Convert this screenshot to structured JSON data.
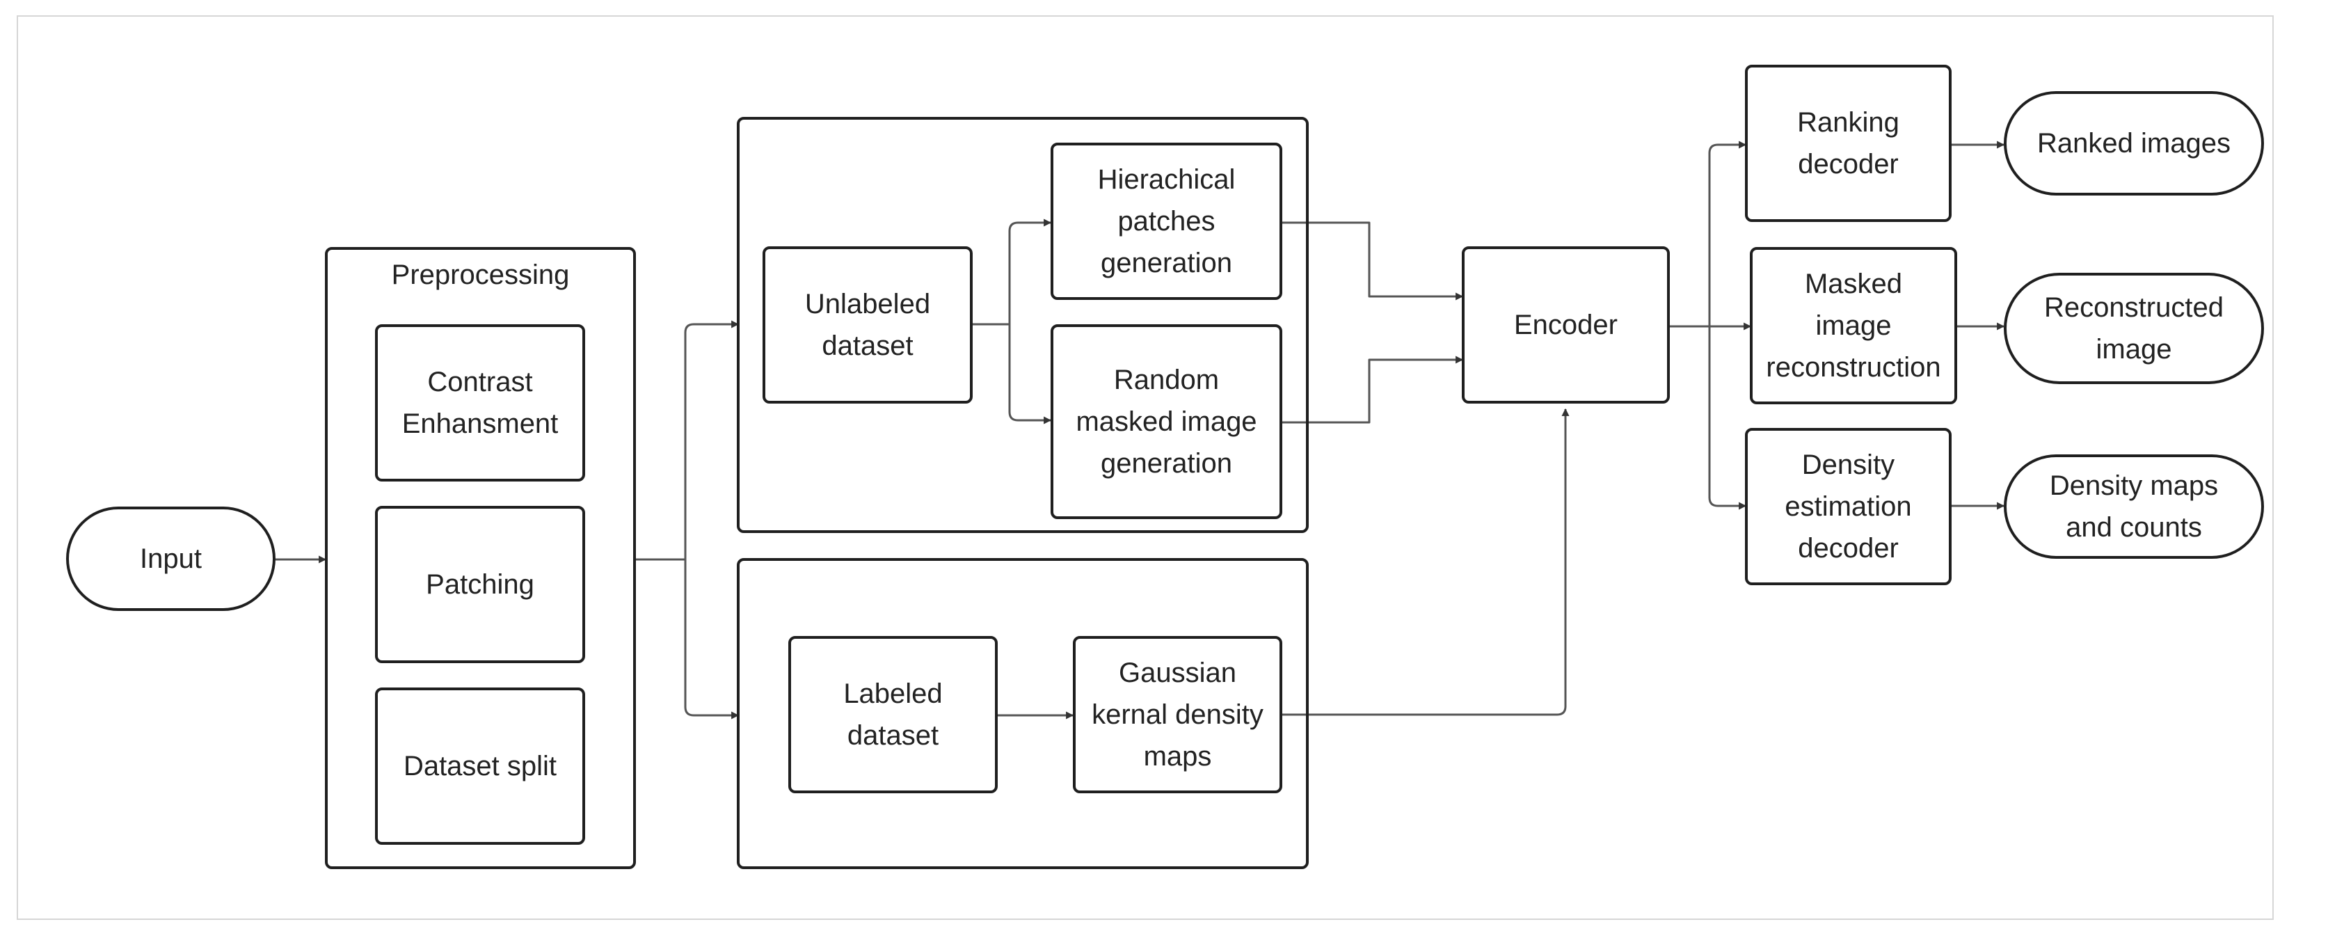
{
  "colors": {
    "box_stroke": "#1f1f1f",
    "arrow": "#555555",
    "frame": "#d6d6d6",
    "background": "#ffffff"
  },
  "input": {
    "label": "Input"
  },
  "preprocessing": {
    "title": "Preprocessing",
    "steps": [
      "Contrast\nEnhansment",
      "Patching",
      "Dataset split"
    ]
  },
  "unlabeled": {
    "dataset": "Unlabeled\ndataset",
    "hierarchical": "Hierachical\npatches\ngeneration",
    "random_masked": "Random\nmasked image\ngeneration"
  },
  "labeled": {
    "dataset": "Labeled\ndataset",
    "gaussian": "Gaussian\nkernal density\nmaps"
  },
  "encoder": {
    "label": "Encoder"
  },
  "decoders": {
    "ranking": "Ranking\ndecoder",
    "masked": "Masked\nimage\nreconstruction",
    "density": "Density\nestimation\ndecoder"
  },
  "outputs": {
    "ranked": "Ranked images",
    "reconstructed": "Reconstructed\nimage",
    "density": "Density maps\nand counts"
  }
}
